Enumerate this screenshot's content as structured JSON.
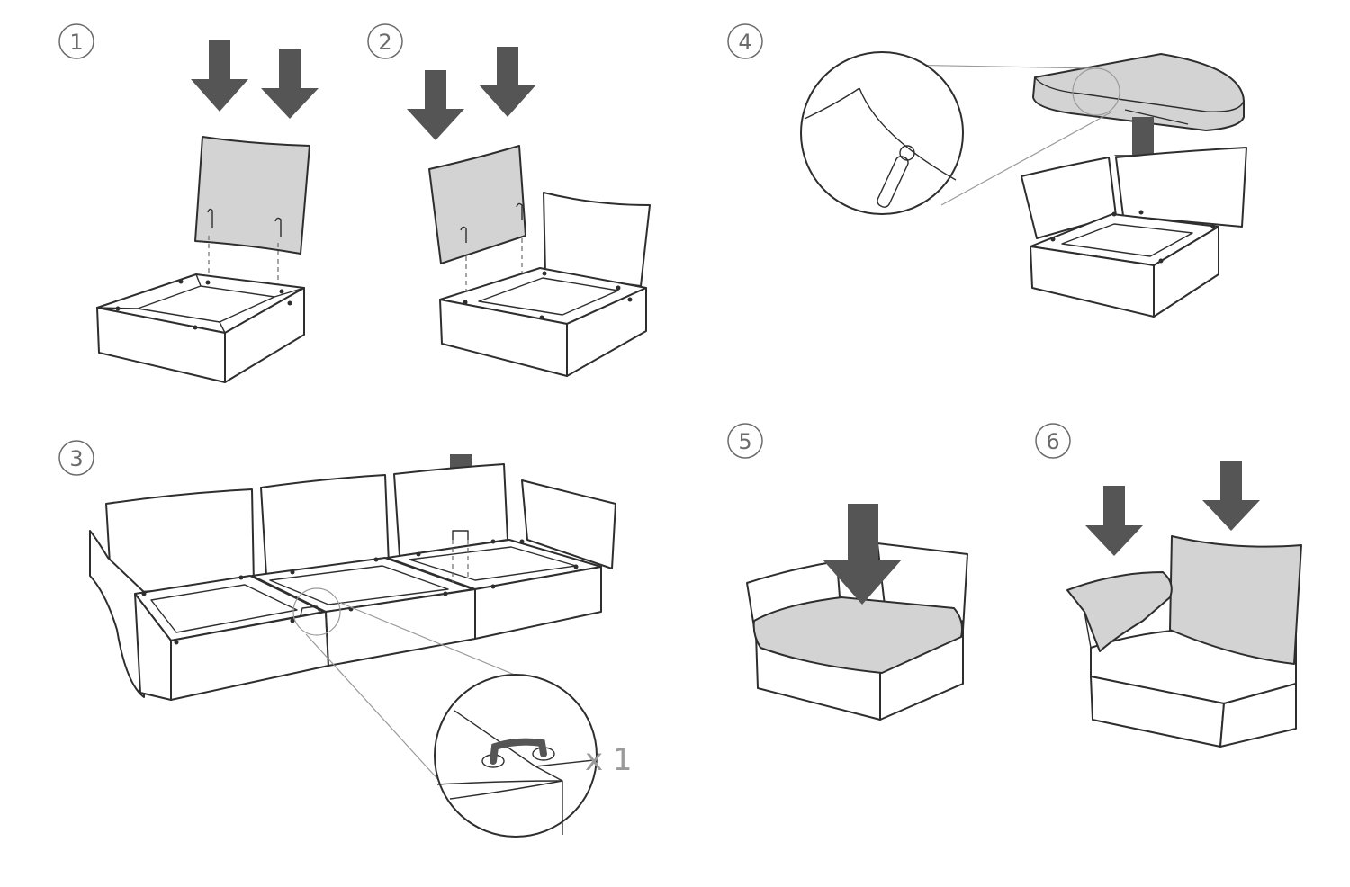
{
  "steps": [
    {
      "label": "1"
    },
    {
      "label": "2"
    },
    {
      "label": "3"
    },
    {
      "label": "4"
    },
    {
      "label": "5"
    },
    {
      "label": "6"
    }
  ],
  "step3": {
    "quantity_label": "x 1"
  },
  "colors": {
    "line": "#2e2e2e",
    "arrow": "#555555",
    "cushion": "#d3d3d3",
    "step_number": "#6b6b6b"
  }
}
